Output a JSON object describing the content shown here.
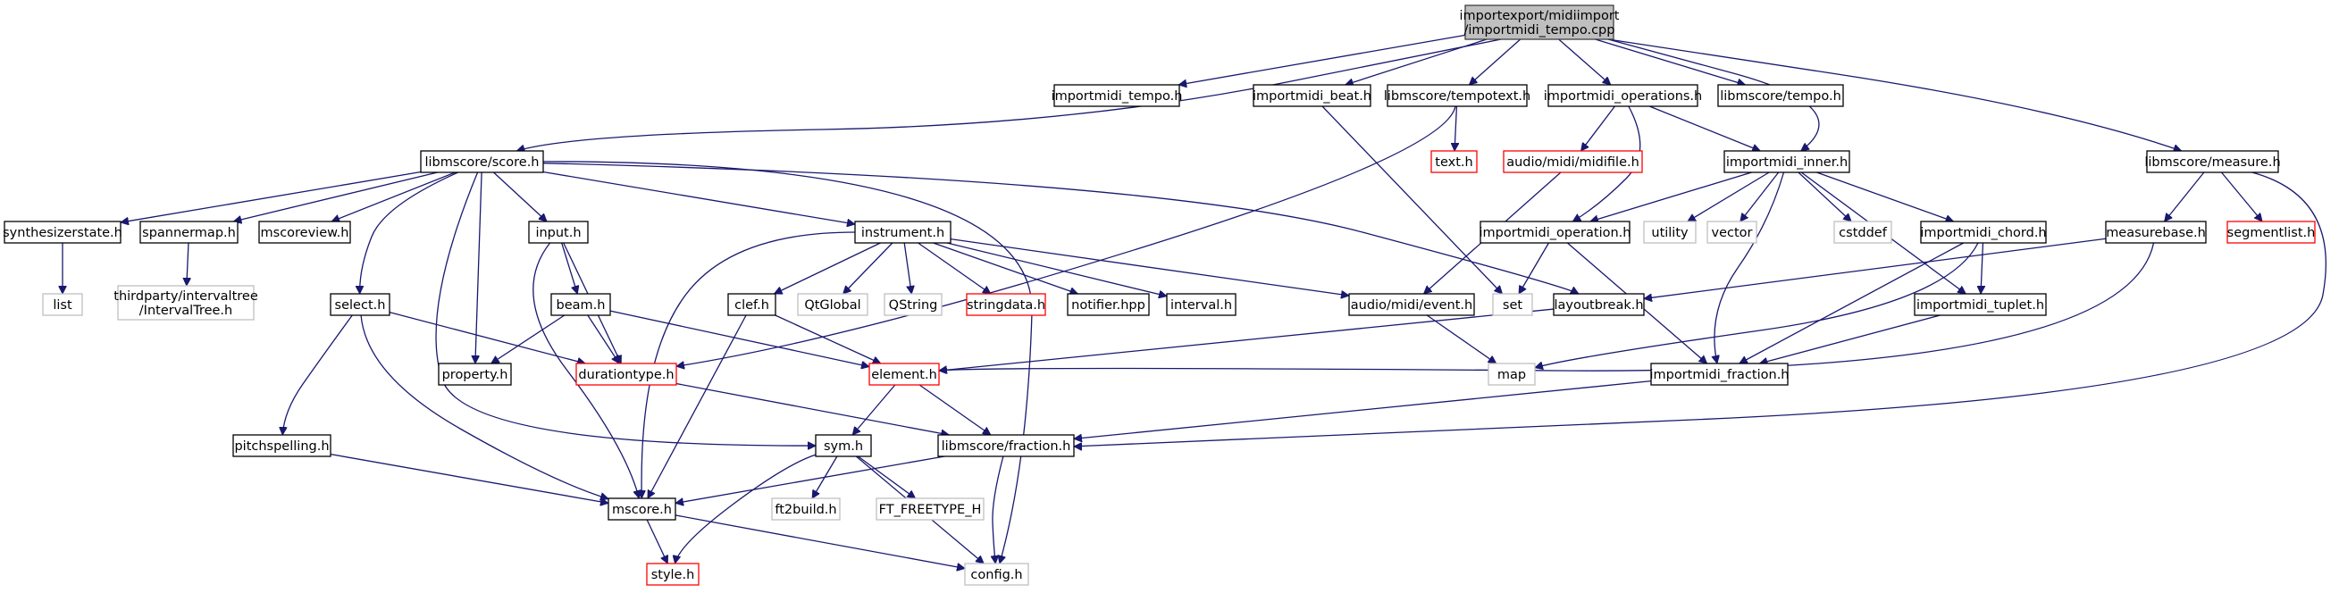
{
  "colors": {
    "edge": "#191970",
    "root_fill": "#bfbfbf",
    "root_border": "#404040",
    "normal_border": "#000000",
    "missing_border": "#ff0000",
    "external_border": "#bfbfbf",
    "box_fill": "#ffffff",
    "external_text": "#404040"
  },
  "nodes": [
    {
      "id": "root",
      "lines": [
        "importexport/midiimport",
        "/importmidi_tempo.cpp"
      ],
      "style": "root"
    },
    {
      "id": "importmidi_tempo_h",
      "lines": [
        "importmidi_tempo.h"
      ],
      "style": "normal"
    },
    {
      "id": "importmidi_beat_h",
      "lines": [
        "importmidi_beat.h"
      ],
      "style": "normal"
    },
    {
      "id": "tempotext_h",
      "lines": [
        "libmscore/tempotext.h"
      ],
      "style": "normal"
    },
    {
      "id": "importmidi_operations_h",
      "lines": [
        "importmidi_operations.h"
      ],
      "style": "normal"
    },
    {
      "id": "tempo_h",
      "lines": [
        "libmscore/tempo.h"
      ],
      "style": "normal"
    },
    {
      "id": "measure_h",
      "lines": [
        "libmscore/measure.h"
      ],
      "style": "normal"
    },
    {
      "id": "score_h",
      "lines": [
        "libmscore/score.h"
      ],
      "style": "normal"
    },
    {
      "id": "text_h",
      "lines": [
        "text.h"
      ],
      "style": "missing"
    },
    {
      "id": "midifile_h",
      "lines": [
        "audio/midi/midifile.h"
      ],
      "style": "missing"
    },
    {
      "id": "importmidi_inner_h",
      "lines": [
        "importmidi_inner.h"
      ],
      "style": "normal"
    },
    {
      "id": "measurebase_h",
      "lines": [
        "measurebase.h"
      ],
      "style": "normal"
    },
    {
      "id": "segmentlist_h",
      "lines": [
        "segmentlist.h"
      ],
      "style": "missing"
    },
    {
      "id": "synthesizerstate_h",
      "lines": [
        "synthesizerstate.h"
      ],
      "style": "normal"
    },
    {
      "id": "spannermap_h",
      "lines": [
        "spannermap.h"
      ],
      "style": "normal"
    },
    {
      "id": "mscoreview_h",
      "lines": [
        "mscoreview.h"
      ],
      "style": "normal"
    },
    {
      "id": "input_h",
      "lines": [
        "input.h"
      ],
      "style": "normal"
    },
    {
      "id": "instrument_h",
      "lines": [
        "instrument.h"
      ],
      "style": "normal"
    },
    {
      "id": "importmidi_operation_h",
      "lines": [
        "importmidi_operation.h"
      ],
      "style": "normal"
    },
    {
      "id": "utility",
      "lines": [
        "utility"
      ],
      "style": "external"
    },
    {
      "id": "vector",
      "lines": [
        "vector"
      ],
      "style": "external"
    },
    {
      "id": "cstddef",
      "lines": [
        "cstddef"
      ],
      "style": "external"
    },
    {
      "id": "importmidi_chord_h",
      "lines": [
        "importmidi_chord.h"
      ],
      "style": "normal"
    },
    {
      "id": "list",
      "lines": [
        "list"
      ],
      "style": "external"
    },
    {
      "id": "intervaltree_h",
      "lines": [
        "thirdparty/intervaltree",
        "/IntervalTree.h"
      ],
      "style": "external"
    },
    {
      "id": "select_h",
      "lines": [
        "select.h"
      ],
      "style": "normal"
    },
    {
      "id": "beam_h",
      "lines": [
        "beam.h"
      ],
      "style": "normal"
    },
    {
      "id": "clef_h",
      "lines": [
        "clef.h"
      ],
      "style": "normal"
    },
    {
      "id": "qtglobal",
      "lines": [
        "QtGlobal"
      ],
      "style": "external"
    },
    {
      "id": "qstring",
      "lines": [
        "QString"
      ],
      "style": "external"
    },
    {
      "id": "stringdata_h",
      "lines": [
        "stringdata.h"
      ],
      "style": "missing"
    },
    {
      "id": "notifier_hpp",
      "lines": [
        "notifier.hpp"
      ],
      "style": "normal"
    },
    {
      "id": "interval_h",
      "lines": [
        "interval.h"
      ],
      "style": "normal"
    },
    {
      "id": "event_h",
      "lines": [
        "audio/midi/event.h"
      ],
      "style": "normal"
    },
    {
      "id": "set",
      "lines": [
        "set"
      ],
      "style": "external"
    },
    {
      "id": "layoutbreak_h",
      "lines": [
        "layoutbreak.h"
      ],
      "style": "normal"
    },
    {
      "id": "importmidi_tuplet_h",
      "lines": [
        "importmidi_tuplet.h"
      ],
      "style": "normal"
    },
    {
      "id": "property_h",
      "lines": [
        "property.h"
      ],
      "style": "normal"
    },
    {
      "id": "durationtype_h",
      "lines": [
        "durationtype.h"
      ],
      "style": "missing"
    },
    {
      "id": "element_h",
      "lines": [
        "element.h"
      ],
      "style": "missing"
    },
    {
      "id": "map",
      "lines": [
        "map"
      ],
      "style": "external"
    },
    {
      "id": "importmidi_fraction_h",
      "lines": [
        "importmidi_fraction.h"
      ],
      "style": "normal"
    },
    {
      "id": "pitchspelling_h",
      "lines": [
        "pitchspelling.h"
      ],
      "style": "normal"
    },
    {
      "id": "sym_h",
      "lines": [
        "sym.h"
      ],
      "style": "normal"
    },
    {
      "id": "fraction_h",
      "lines": [
        "libmscore/fraction.h"
      ],
      "style": "normal"
    },
    {
      "id": "mscore_h",
      "lines": [
        "mscore.h"
      ],
      "style": "normal"
    },
    {
      "id": "ft2build_h",
      "lines": [
        "ft2build.h"
      ],
      "style": "external"
    },
    {
      "id": "ft_freetype_h",
      "lines": [
        "FT_FREETYPE_H"
      ],
      "style": "external"
    },
    {
      "id": "style_h",
      "lines": [
        "style.h"
      ],
      "style": "missing"
    },
    {
      "id": "config_h",
      "lines": [
        "config.h"
      ],
      "style": "external"
    }
  ],
  "edges": [
    [
      "root",
      "importmidi_tempo_h"
    ],
    [
      "root",
      "importmidi_beat_h"
    ],
    [
      "root",
      "tempotext_h"
    ],
    [
      "root",
      "importmidi_operations_h"
    ],
    [
      "root",
      "tempo_h"
    ],
    [
      "root",
      "measure_h"
    ],
    [
      "root",
      "score_h"
    ],
    [
      "root",
      "importmidi_inner_h"
    ],
    [
      "importmidi_beat_h",
      "set"
    ],
    [
      "tempotext_h",
      "text_h"
    ],
    [
      "tempotext_h",
      "durationtype_h"
    ],
    [
      "importmidi_operations_h",
      "midifile_h"
    ],
    [
      "importmidi_operations_h",
      "importmidi_inner_h"
    ],
    [
      "importmidi_operations_h",
      "importmidi_operation_h"
    ],
    [
      "midifile_h",
      "event_h"
    ],
    [
      "importmidi_inner_h",
      "importmidi_operation_h"
    ],
    [
      "importmidi_inner_h",
      "utility"
    ],
    [
      "importmidi_inner_h",
      "vector"
    ],
    [
      "importmidi_inner_h",
      "cstddef"
    ],
    [
      "importmidi_inner_h",
      "importmidi_chord_h"
    ],
    [
      "importmidi_inner_h",
      "importmidi_tuplet_h"
    ],
    [
      "importmidi_inner_h",
      "importmidi_fraction_h"
    ],
    [
      "importmidi_operation_h",
      "set"
    ],
    [
      "importmidi_operation_h",
      "importmidi_fraction_h"
    ],
    [
      "importmidi_chord_h",
      "importmidi_tuplet_h"
    ],
    [
      "importmidi_chord_h",
      "map"
    ],
    [
      "importmidi_chord_h",
      "importmidi_fraction_h"
    ],
    [
      "importmidi_tuplet_h",
      "importmidi_fraction_h"
    ],
    [
      "importmidi_fraction_h",
      "fraction_h"
    ],
    [
      "measure_h",
      "measurebase_h"
    ],
    [
      "measure_h",
      "segmentlist_h"
    ],
    [
      "measure_h",
      "fraction_h"
    ],
    [
      "measurebase_h",
      "layoutbreak_h"
    ],
    [
      "measurebase_h",
      "element_h"
    ],
    [
      "score_h",
      "synthesizerstate_h"
    ],
    [
      "score_h",
      "spannermap_h"
    ],
    [
      "score_h",
      "mscoreview_h"
    ],
    [
      "score_h",
      "input_h"
    ],
    [
      "score_h",
      "instrument_h"
    ],
    [
      "score_h",
      "select_h"
    ],
    [
      "score_h",
      "property_h"
    ],
    [
      "score_h",
      "sym_h"
    ],
    [
      "score_h",
      "layoutbreak_h"
    ],
    [
      "score_h",
      "config_h"
    ],
    [
      "synthesizerstate_h",
      "list"
    ],
    [
      "spannermap_h",
      "intervaltree_h"
    ],
    [
      "input_h",
      "beam_h"
    ],
    [
      "input_h",
      "durationtype_h"
    ],
    [
      "input_h",
      "mscore_h"
    ],
    [
      "beam_h",
      "property_h"
    ],
    [
      "beam_h",
      "durationtype_h"
    ],
    [
      "beam_h",
      "element_h"
    ],
    [
      "instrument_h",
      "clef_h"
    ],
    [
      "instrument_h",
      "qtglobal"
    ],
    [
      "instrument_h",
      "qstring"
    ],
    [
      "instrument_h",
      "stringdata_h"
    ],
    [
      "instrument_h",
      "notifier_hpp"
    ],
    [
      "instrument_h",
      "interval_h"
    ],
    [
      "instrument_h",
      "event_h"
    ],
    [
      "instrument_h",
      "mscore_h"
    ],
    [
      "clef_h",
      "element_h"
    ],
    [
      "clef_h",
      "mscore_h"
    ],
    [
      "event_h",
      "map"
    ],
    [
      "layoutbreak_h",
      "element_h"
    ],
    [
      "select_h",
      "durationtype_h"
    ],
    [
      "select_h",
      "pitchspelling_h"
    ],
    [
      "select_h",
      "mscore_h"
    ],
    [
      "pitchspelling_h",
      "mscore_h"
    ],
    [
      "durationtype_h",
      "fraction_h"
    ],
    [
      "element_h",
      "sym_h"
    ],
    [
      "element_h",
      "fraction_h"
    ],
    [
      "sym_h",
      "ft2build_h"
    ],
    [
      "sym_h",
      "ft_freetype_h"
    ],
    [
      "sym_h",
      "style_h"
    ],
    [
      "sym_h",
      "config_h"
    ],
    [
      "fraction_h",
      "mscore_h"
    ],
    [
      "fraction_h",
      "config_h"
    ],
    [
      "mscore_h",
      "style_h"
    ],
    [
      "mscore_h",
      "config_h"
    ]
  ]
}
